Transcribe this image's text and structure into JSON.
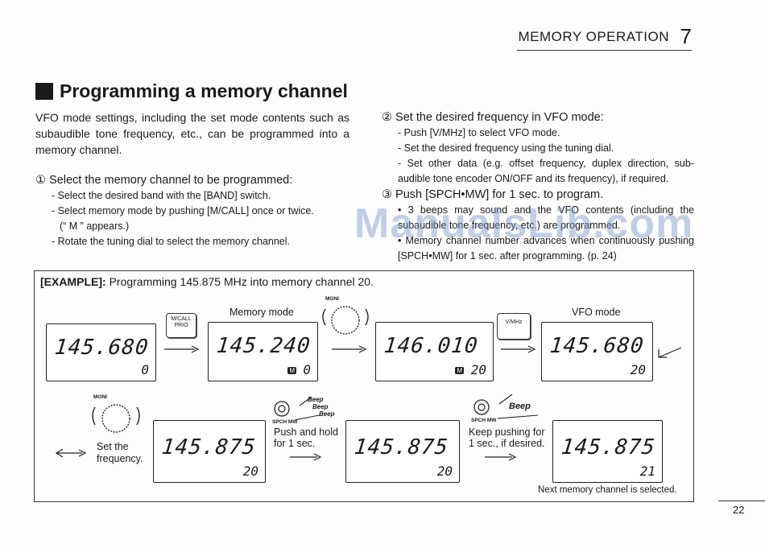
{
  "header": {
    "section": "MEMORY OPERATION",
    "chapter": "7"
  },
  "title": "Programming a memory channel",
  "left": {
    "intro": "VFO mode settings, including the set mode contents such as subaudible tone frequency, etc., can be programmed into a memory channel.",
    "step1": "① Select the memory channel to be programmed:",
    "step1_items": [
      "- Select the desired band with the [BAND] switch.",
      "- Select memory mode by pushing [M/CALL] once or twice.",
      "(“ M ” appears.)",
      "- Rotate the tuning dial to select the memory channel."
    ]
  },
  "right": {
    "step2": "② Set the desired frequency in VFO mode:",
    "step2_items": [
      "- Push [V/MHz] to select VFO mode.",
      "- Set the desired frequency using the tuning dial.",
      "- Set other data (e.g. offset frequency, duplex direction, sub-audible tone encoder ON/OFF and its frequency), if required."
    ],
    "step3": "③ Push [SPCH•MW] for 1 sec. to program.",
    "step3_items": [
      "• 3 beeps may sound and the VFO contents (including the subaudible tone frequency, etc.) are programmed.",
      "• Memory channel number advances when continuously pushing [SPCH•MW] for 1 sec. after programming. (p. 24)"
    ]
  },
  "watermark": "ManualsLib.com",
  "example": {
    "label": "[EXAMPLE]:",
    "text": "Programming 145.875 MHz into memory channel 20.",
    "memory_mode": "Memory mode",
    "vfo_mode": "VFO mode",
    "mcall_btn": "M/CALL PRIO",
    "vmhz_btn": "V/MHz",
    "moni": "MONI",
    "spch": "SPCH MW",
    "beep": "Beep",
    "set_freq": "Set the frequency.",
    "push_hold": "Push and hold for 1 sec.",
    "keep_pushing": "Keep pushing for 1 sec., if desired.",
    "next_channel": "Next memory channel is selected.",
    "displays": [
      {
        "freq": "145.680",
        "ch": "0"
      },
      {
        "freq": "145.240",
        "ch": "0",
        "ind": "M"
      },
      {
        "freq": "146.010",
        "ch": "20",
        "ind": "M"
      },
      {
        "freq": "145.680",
        "ch": "20"
      },
      {
        "freq": "145.875",
        "ch": "20"
      },
      {
        "freq": "145.875",
        "ch": "20"
      },
      {
        "freq": "145.875",
        "ch": "21"
      }
    ]
  },
  "page_number": "22"
}
